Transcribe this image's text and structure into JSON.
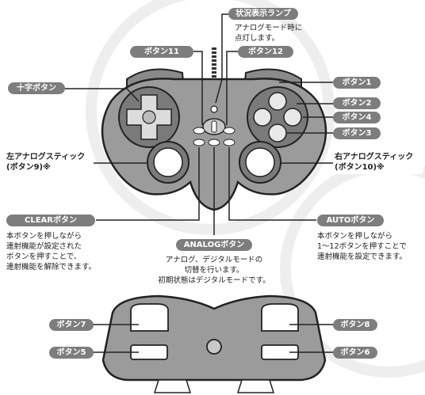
{
  "labels": {
    "status_lamp": "状況表示ランプ",
    "button11": "ボタン11",
    "button12": "ボタン12",
    "button1": "ボタン1",
    "button2": "ボタン2",
    "button4": "ボタン4",
    "button3": "ボタン3",
    "dpad": "十字ボタン",
    "left_stick": "左アナログスティック\n(ボタン9)※",
    "right_stick": "右アナログスティック\n(ボタン10)※",
    "clear": "CLEARボタン",
    "auto": "AUTOボタン",
    "analog": "ANALOGボタン",
    "button7": "ボタン7",
    "button8": "ボタン8",
    "button5": "ボタン5",
    "button6": "ボタン6"
  },
  "descriptions": {
    "status_lamp": "アナログモード時に\n点灯します。",
    "clear": "本ボタンを押しながら\n連射機能が設定された\nボタンを押すことで、\n連射機能を解除できます。",
    "auto": "本ボタンを押しながら\n1〜12ボタンを押すことで\n連射機能を設定できます。",
    "analog": "アナログ、デジタルモードの\n切替を行います。\n初期状態はデジタルモードです。"
  },
  "colors": {
    "body": "#9b9b9b",
    "body_dark": "#6e6e6e",
    "pill": "#7d7d7d",
    "line": "#222222",
    "light": "#ffffff"
  }
}
